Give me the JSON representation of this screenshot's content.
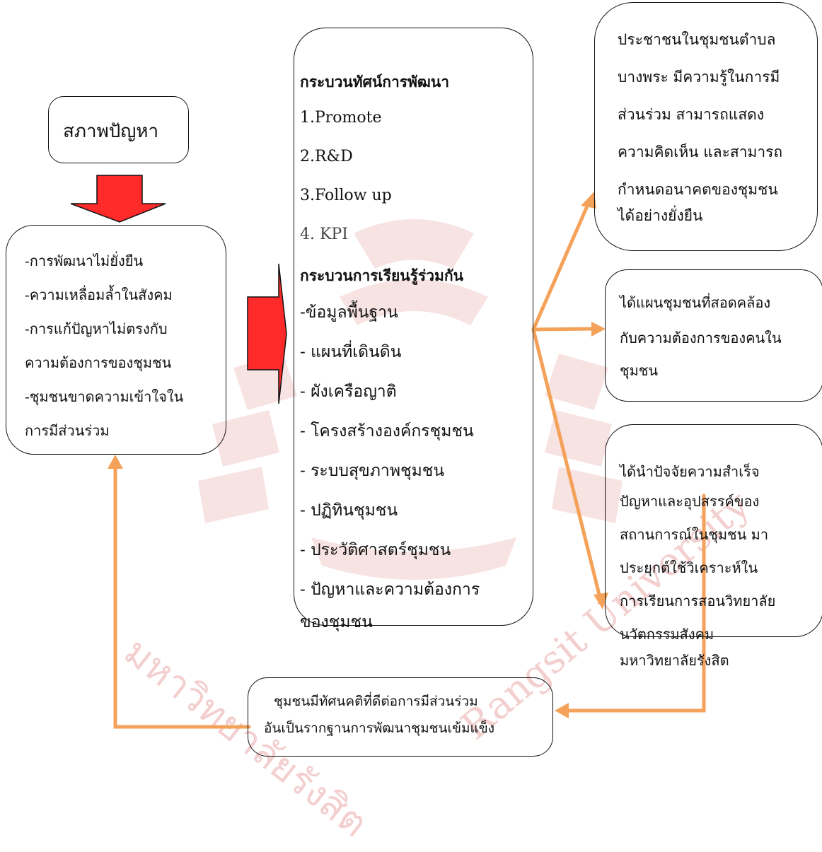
{
  "problem_title": "สภาพปัญหา",
  "problems": [
    "-การพัฒนาไม่ยั่งยืน",
    "-ความเหลื่อมล้ำในสังคม",
    "-การแก้ปัญหาไม่ตรงกับ",
    "ความต้องการของชุมชน",
    "-ชุมชนขาดความเข้าใจใน",
    "การมีส่วนร่วม"
  ],
  "center": {
    "heading1": "กระบวนทัศน์การพัฒนา",
    "steps": [
      "1.Promote",
      "2.R&D",
      "3.Follow up",
      "4. KPI"
    ],
    "heading2": "กระบวนการเรียนรู้ร่วมกัน",
    "activities": [
      "-ข้อมูลพื้นฐาน",
      "- แผนที่เดินดิน",
      "- ผังเครือญาติ",
      "- โครงสร้างองค์กรชุมชน",
      "- ระบบสุขภาพชุมชน",
      "- ปฏิทินชุมชน",
      "- ประวัติศาสตร์ชุมชน",
      "- ปัญหาและความต้องการ",
      "ของชุมชน"
    ]
  },
  "outcomes": {
    "knowledge": [
      "ประชาชนในชุมชนตำบล",
      "บางพระ มีความรู้ในการมี",
      "ส่วนร่วม สามารถแสดง",
      "ความคิดเห็น และสามารถ",
      "กำหนดอนาคตของชุมชน",
      "ได้อย่างยั่งยืน"
    ],
    "plan": [
      "ได้แผนชุมชนที่สอดคล้อง",
      "กับความต้องการของคนใน",
      "ชุมชน"
    ],
    "application": [
      "ได้นำปัจจัยความสำเร็จ",
      "ปัญหาและอุปสรรค์ของ",
      "สถานการณ์ในชุมชน มา",
      "ประยุกต์ใช้วิเคราะห์ใน",
      "การเรียนการสอนวิทยาลัย",
      "นวัตกรรมสังคม",
      "มหาวิทยาลัยรังสิต"
    ]
  },
  "result": [
    "ชุมชนมีทัศนคติที่ดีต่อการมีส่วนร่วม",
    "อันเป็นรากฐานการพัฒนาชุมชนเข้มแข็ง"
  ],
  "watermark": {
    "thai": "มหาวิทยาลัยรังสิต",
    "english": "Rangsit University"
  },
  "colors": {
    "arrow_red": "#ff2a2a",
    "connector_orange": "#f4a259",
    "watermark_pink": "#f0c8c8"
  }
}
